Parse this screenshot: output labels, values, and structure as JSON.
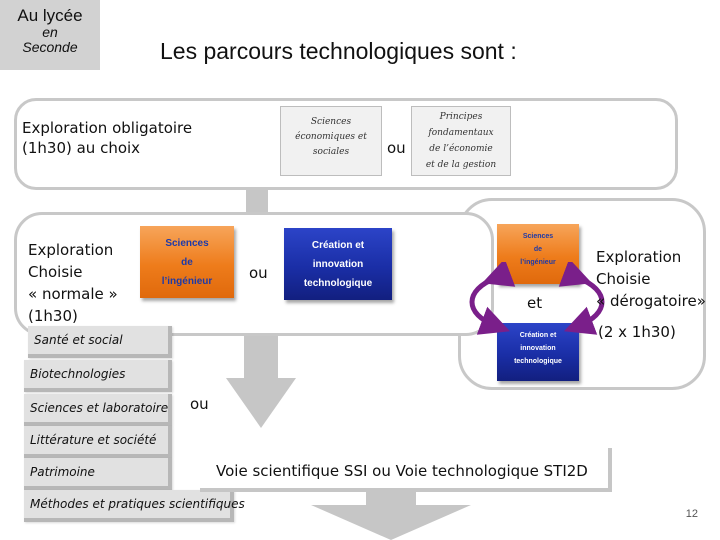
{
  "tag": {
    "line1": "Au lycée",
    "line2": "en",
    "line3": "Seconde"
  },
  "title": "Les parcours technologiques sont :",
  "top_panel": {
    "text_line1": "Exploration obligatoire",
    "text_line2": "(1h30) au choix",
    "thumb_left": [
      "Sciences",
      "économiques et",
      "sociales"
    ],
    "or_label": "ou",
    "thumb_right": [
      "Principes",
      "fondamentaux",
      "de l’économie",
      "et de la gestion"
    ]
  },
  "mid_panel": {
    "lines": [
      "Exploration",
      "Choisie",
      "« normale »",
      "(1h30)"
    ],
    "card_orange": [
      "Sciences",
      "de",
      "l’ingénieur"
    ],
    "or_label": "ou",
    "card_blue": [
      "Création et",
      "innovation",
      "technologique"
    ]
  },
  "right_panel": {
    "card_orange": [
      "Sciences",
      "de",
      "l’ingénieur"
    ],
    "and_label": "et",
    "card_blue": [
      "Création et",
      "innovation",
      "technologique"
    ],
    "text_lines": [
      "Exploration",
      "Choisie",
      "« dérogatoire»"
    ],
    "hours": "(2 x 1h30)"
  },
  "options": [
    "Santé et social",
    "Biotechnologies",
    "Sciences et laboratoire",
    "Littérature et société",
    "Patrimoine",
    "Méthodes et pratiques scientifiques"
  ],
  "or_label_options": "ou",
  "voie_label": "Voie scientifique SSI ou Voie technologique STI2D",
  "page_number": "12",
  "colors": {
    "orange": "#ee7c1b",
    "blue": "#1a2ea6",
    "arrow_gray": "#c6c6c6",
    "panel_border": "#c8c8c8"
  }
}
